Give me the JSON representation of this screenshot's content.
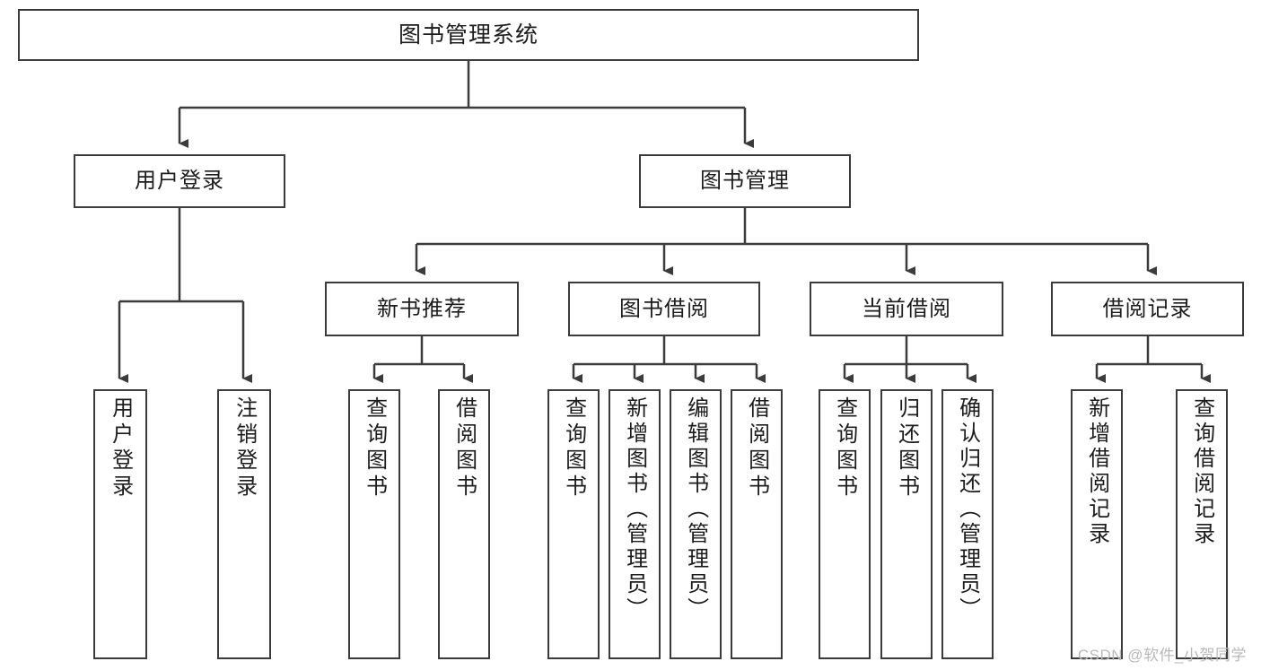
{
  "diagram": {
    "title": "图书管理系统",
    "type": "hierarchy-tree",
    "watermark": "CSDN @软件_小贺同学",
    "colors": {
      "stroke": "#3b3b3b",
      "fill": "#ffffff",
      "text": "#1c1c1c",
      "watermark": "#b9b9b9"
    },
    "nodes": {
      "root": {
        "label": "图书管理系统"
      },
      "level2": [
        {
          "label": "用户登录"
        },
        {
          "label": "图书管理"
        }
      ],
      "level3": [
        {
          "label": "新书推荐"
        },
        {
          "label": "图书借阅"
        },
        {
          "label": "当前借阅"
        },
        {
          "label": "借阅记录"
        }
      ],
      "leaves": {
        "user_login": [
          {
            "label": "用户登录"
          },
          {
            "label": "注销登录"
          }
        ],
        "new_book": [
          {
            "label": "查询图书"
          },
          {
            "label": "借阅图书"
          }
        ],
        "borrow_book": [
          {
            "label": "查询图书"
          },
          {
            "label": "新增图书（管理员）"
          },
          {
            "label": "编辑图书（管理员）"
          },
          {
            "label": "借阅图书"
          }
        ],
        "current_borrow": [
          {
            "label": "查询图书"
          },
          {
            "label": "归还图书"
          },
          {
            "label": "确认归还（管理员）"
          }
        ],
        "borrow_record": [
          {
            "label": "新增借阅记录"
          },
          {
            "label": "查询借阅记录"
          }
        ]
      }
    }
  }
}
